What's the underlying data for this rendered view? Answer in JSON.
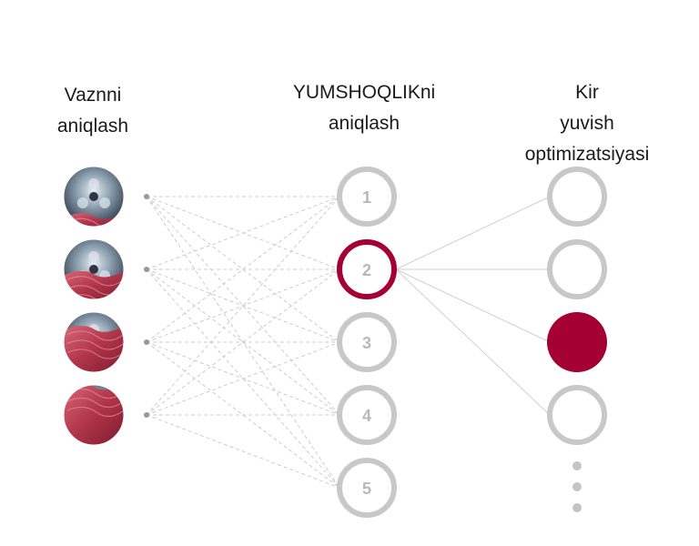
{
  "titles": {
    "weight": "Vaznni aniqlash",
    "softness": "YUMSHOQLIKni aniqlash",
    "optimization": "Kir yuvish optimizatsiyasi"
  },
  "weight_levels": [
    {
      "level": "load-low",
      "fill_fraction": 0.2
    },
    {
      "level": "load-medium",
      "fill_fraction": 0.45
    },
    {
      "level": "load-high",
      "fill_fraction": 0.75
    },
    {
      "level": "load-full",
      "fill_fraction": 1.0
    }
  ],
  "softness_levels": [
    "1",
    "2",
    "3",
    "4",
    "5"
  ],
  "selected_softness": "2",
  "optimization_options": 4,
  "selected_optimization": 3,
  "colors": {
    "accent": "#a50034",
    "ring": "#c8c8c8",
    "number": "#b8b8b8",
    "dash": "#cccccc",
    "line": "#d0d0d0",
    "dot": "#999999"
  }
}
